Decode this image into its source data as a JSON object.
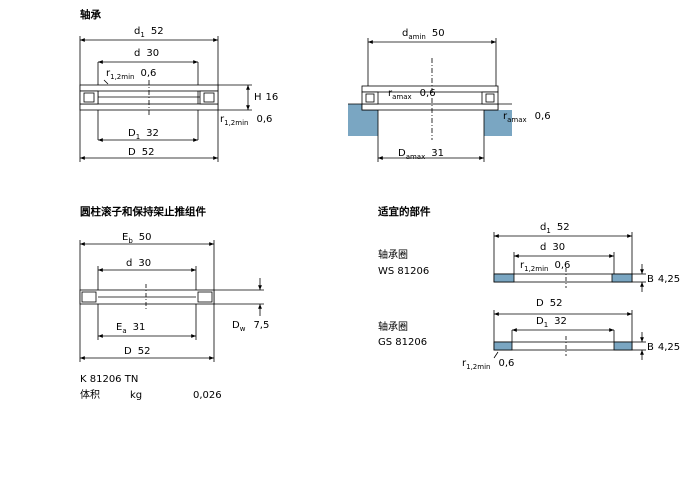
{
  "sections": {
    "bearing": "轴承",
    "assembly": "圆柱滚子和保持架止推组件",
    "matching": "适宜的部件"
  },
  "bearing": {
    "d1_label": "d",
    "d1_sub": "1",
    "d1_val": "52",
    "d_label": "d",
    "d_val": "30",
    "r_label": "r",
    "r_sub": "1,2min",
    "r_val": "0,6",
    "H_label": "H",
    "H_val": "16",
    "r2_label": "r",
    "r2_sub": "1,2min",
    "r2_val": "0,6",
    "D1_label": "D",
    "D1_sub": "1",
    "D1_val": "32",
    "D_label": "D",
    "D_val": "52"
  },
  "abutment": {
    "da_label": "d",
    "da_sub": "amin",
    "da_val": "50",
    "ra_label": "r",
    "ra_sub": "amax",
    "ra_val": "0,6",
    "ra2_label": "r",
    "ra2_sub": "amax",
    "ra2_val": "0,6",
    "Da_label": "D",
    "Da_sub": "amax",
    "Da_val": "31"
  },
  "assembly": {
    "Eb_label": "E",
    "Eb_sub": "b",
    "Eb_val": "50",
    "d_label": "d",
    "d_val": "30",
    "Ea_label": "E",
    "Ea_sub": "a",
    "Ea_val": "31",
    "Dw_label": "D",
    "Dw_sub": "w",
    "Dw_val": "7,5",
    "D_label": "D",
    "D_val": "52"
  },
  "info": {
    "designation": "K 81206 TN",
    "mass_label": "体积",
    "mass_unit": "kg",
    "mass_value": "0,026"
  },
  "ws": {
    "title": "轴承圈",
    "code": "WS 81206",
    "d1_label": "d",
    "d1_sub": "1",
    "d1_val": "52",
    "d_label": "d",
    "d_val": "30",
    "r_label": "r",
    "r_sub": "1,2min",
    "r_val": "0,6",
    "B_label": "B",
    "B_val": "4,25"
  },
  "gs": {
    "title": "轴承圈",
    "code": "GS 81206",
    "D_label": "D",
    "D_val": "52",
    "D1_label": "D",
    "D1_sub": "1",
    "D1_val": "32",
    "B_label": "B",
    "B_val": "4,25",
    "r_label": "r",
    "r_sub": "1,2min",
    "r_val": "0,6"
  },
  "colors": {
    "hatch_fill": "#7aa6c2",
    "line": "#000000",
    "ring_fill": "#ffffff"
  }
}
